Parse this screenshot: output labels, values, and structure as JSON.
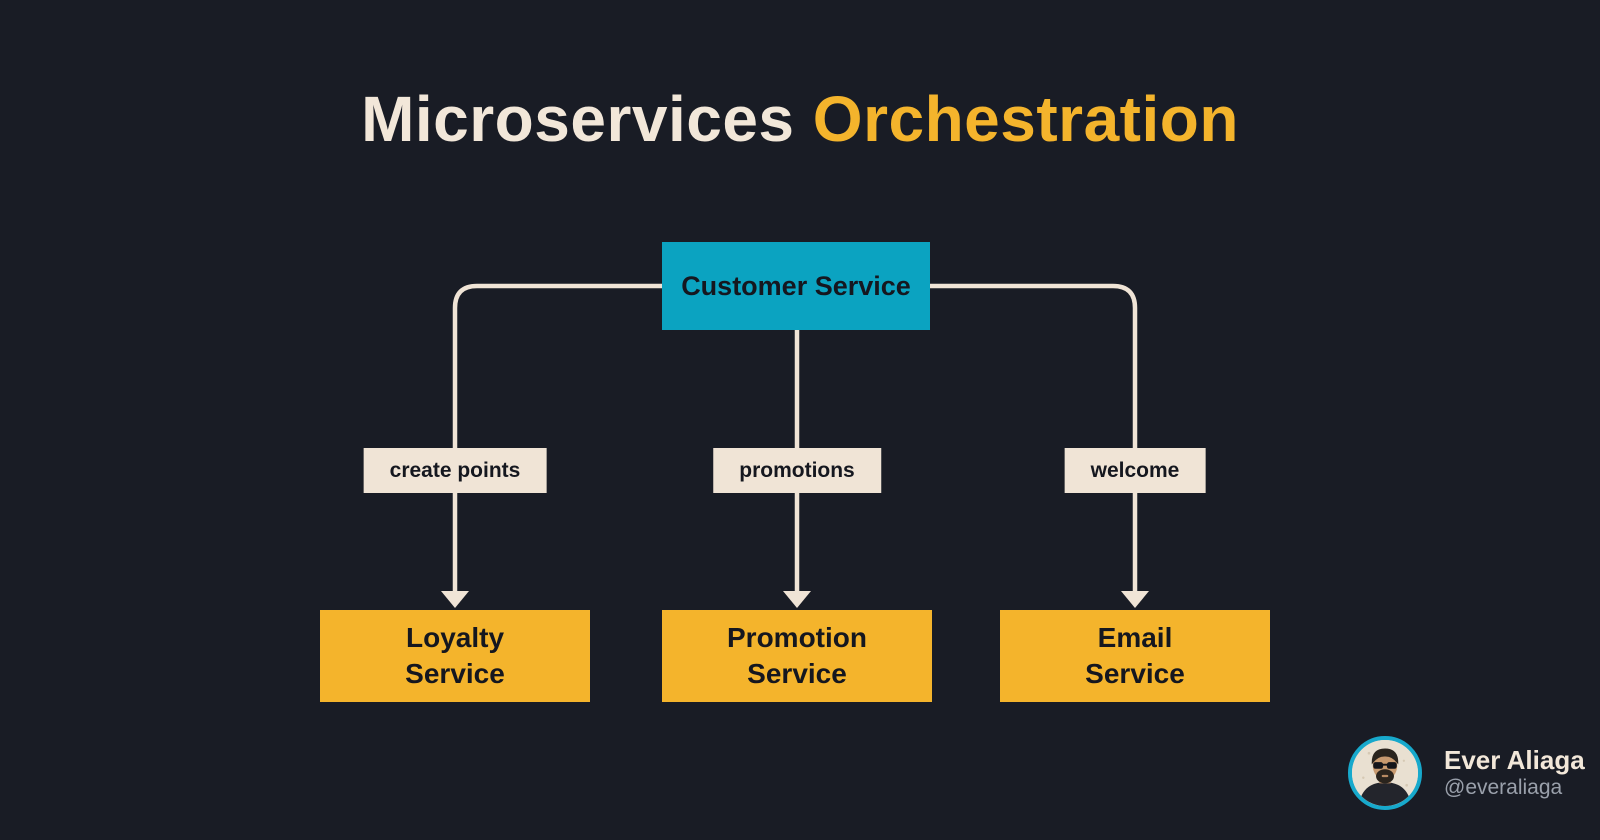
{
  "colors": {
    "bg": "#191c25",
    "cream": "#f2e7d9",
    "line": "#f0e4d6",
    "amber": "#f4b42c",
    "teal": "#0ba3c1",
    "ink": "#15171f",
    "handle-gray": "#9aa0ab"
  },
  "title": {
    "leading": "Microservices",
    "accent": "Orchestration"
  },
  "diagram": {
    "root_label": "Customer Service",
    "branches": [
      {
        "edge_label": "create points",
        "service_line1": "Loyalty",
        "service_line2": "Service"
      },
      {
        "edge_label": "promotions",
        "service_line1": "Promotion",
        "service_line2": "Service"
      },
      {
        "edge_label": "welcome",
        "service_line1": "Email",
        "service_line2": "Service"
      }
    ]
  },
  "author": {
    "name": "Ever Aliaga",
    "handle": "@everaliaga"
  }
}
